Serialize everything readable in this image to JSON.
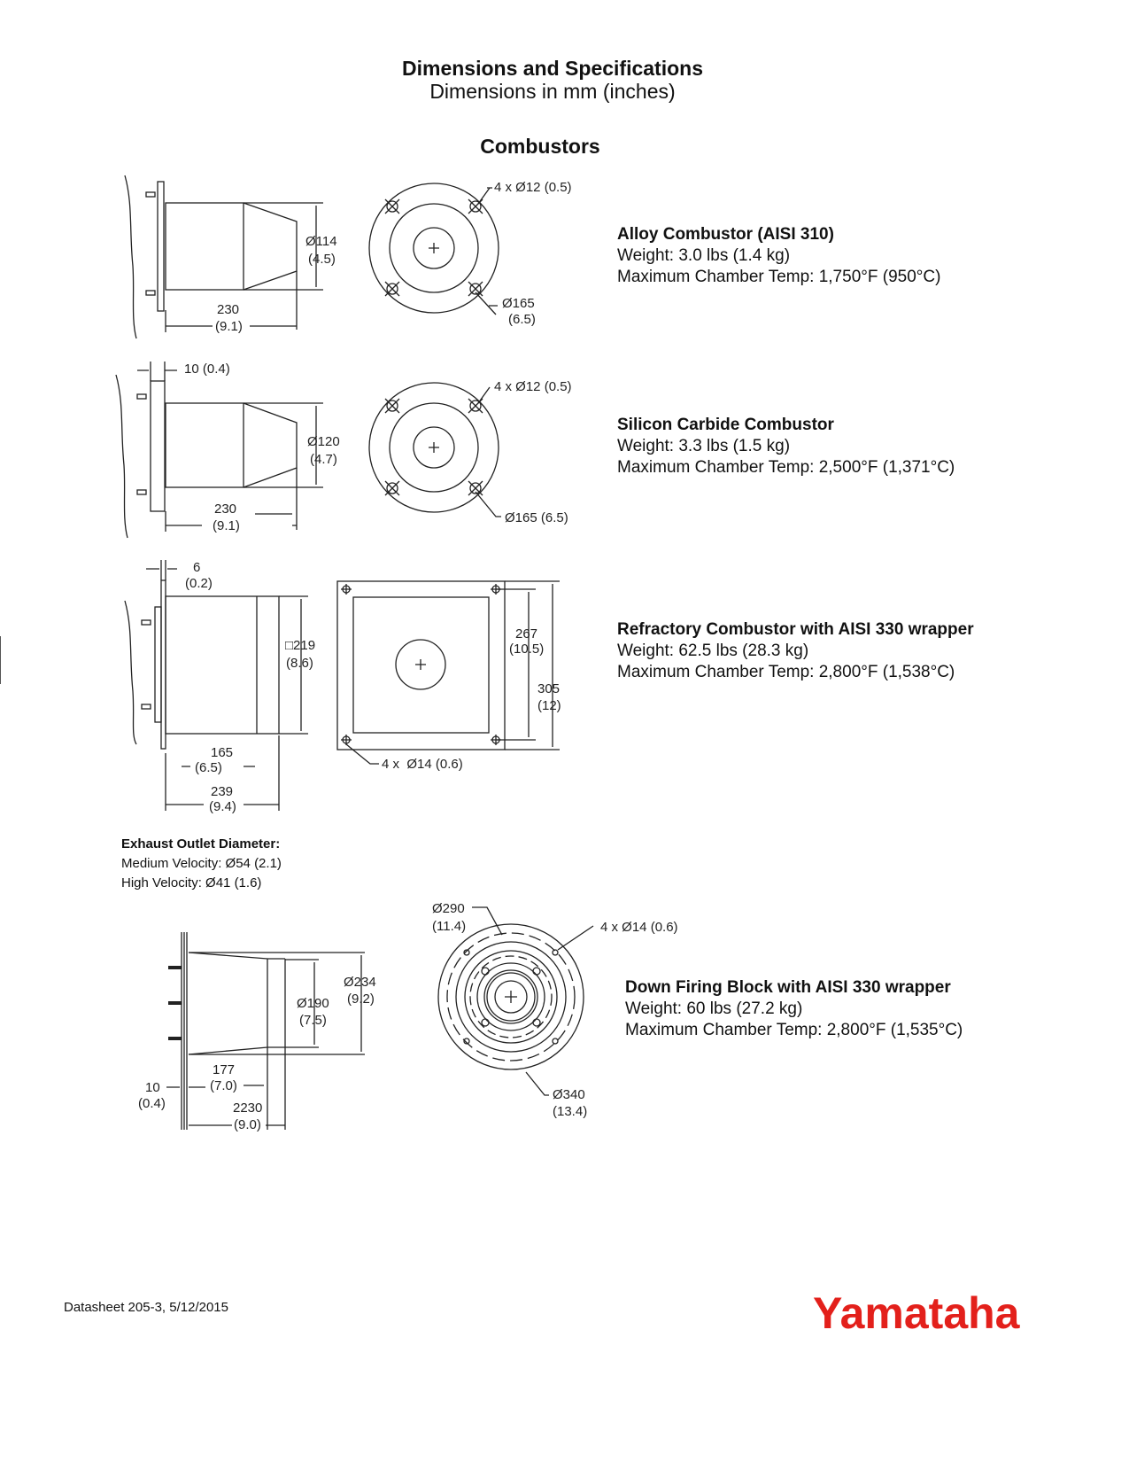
{
  "header": {
    "title": "Dimensions and Specifications",
    "subtitle": "Dimensions in mm (inches)"
  },
  "section_title": "Combustors",
  "products": [
    {
      "name": "Alloy Combustor (AISI 310)",
      "weight": "Weight: 3.0 lbs (1.4 kg)",
      "temp": "Maximum Chamber Temp: 1,750°F (950°C)",
      "dims": {
        "dia": "Ø114",
        "dia_in": "(4.5)",
        "len": "230",
        "len_in": "(9.1)",
        "holes": "4 x Ø12 (0.5)",
        "bc": "Ø165",
        "bc_in": "(6.5)"
      }
    },
    {
      "name": "Silicon Carbide Combustor",
      "weight": "Weight: 3.3 lbs (1.5 kg)",
      "temp": "Maximum Chamber Temp: 2,500°F (1,371°C)",
      "dims": {
        "flange": "10 (0.4)",
        "dia": "Ø120",
        "dia_in": "(4.7)",
        "len": "230",
        "len_in": "(9.1)",
        "holes": "4 x Ø12 (0.5)",
        "bc": "Ø165 (6.5)"
      }
    },
    {
      "name": "Refractory Combustor with AISI 330 wrapper",
      "weight": "Weight: 62.5 lbs (28.3 kg)",
      "temp": "Maximum Chamber Temp: 2,800°F (1,538°C)",
      "dims": {
        "flange": "6",
        "flange_in": "(0.2)",
        "sq": "□219",
        "sq_in": "(8.6)",
        "inner": "165",
        "inner_in": "(6.5)",
        "len": "239",
        "len_in": "(9.4)",
        "bc": "267",
        "bc_in": "(10.5)",
        "outer": "305",
        "outer_in": "(12)",
        "holes": "4 x  Ø14 (0.6)"
      }
    },
    {
      "name": "Down Firing Block with AISI 330 wrapper",
      "weight": "Weight: 60 lbs (27.2 kg)",
      "temp": "Maximum Chamber Temp: 2,800°F (1,535°C)",
      "dims": {
        "bc": "Ø290",
        "bc_in": "(11.4)",
        "holes": "4 x Ø14 (0.6)",
        "od": "Ø340",
        "od_in": "(13.4)",
        "d234": "Ø234",
        "d234_in": "(9.2)",
        "d190": "Ø190",
        "d190_in": "(7.5)",
        "l177": "177",
        "l177_in": "(7.0)",
        "t10": "10",
        "t10_in": "(0.4)",
        "l2230": "2230",
        "l2230_in": "(9.0)"
      }
    }
  ],
  "exhaust": {
    "title": "Exhaust Outlet Diameter:",
    "medium": "Medium Velocity: Ø54 (2.1)",
    "high": "High Velocity: Ø41 (1.6)"
  },
  "footer": {
    "datasheet": "Datasheet 205-3, 5/12/2015",
    "logo": "Yamataha"
  },
  "colors": {
    "logo": "#e3201b"
  }
}
